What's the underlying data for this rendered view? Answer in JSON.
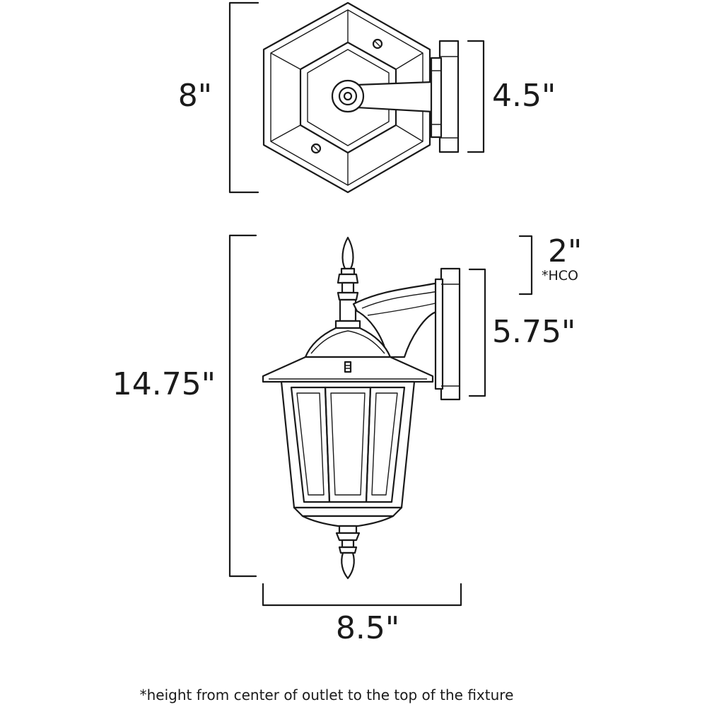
{
  "top_view": {
    "height_label": "8\"",
    "backplate_label": "4.5\""
  },
  "side_view": {
    "height_label": "14.75\"",
    "hco_label": "2\"",
    "hco_note": "*HCO",
    "backplate_label": "5.75\"",
    "width_label": "8.5\""
  },
  "footnote": "*height from center of outlet to the top of the fixture"
}
